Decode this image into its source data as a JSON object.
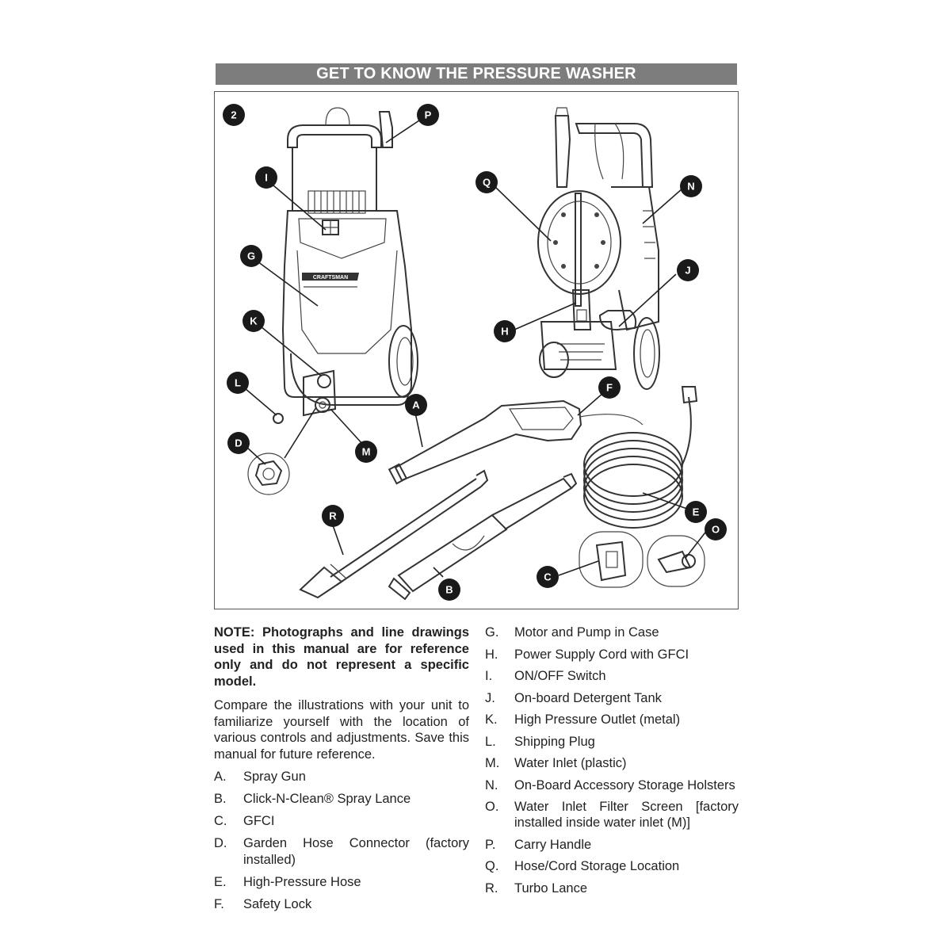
{
  "header": {
    "title": "GET TO KNOW THE PRESSURE WASHER"
  },
  "figure": {
    "number": "2",
    "brand_text": "CRAFTSMAN",
    "callouts": [
      "P",
      "I",
      "G",
      "K",
      "L",
      "D",
      "M",
      "A",
      "R",
      "B",
      "Q",
      "N",
      "J",
      "H",
      "F",
      "E",
      "O",
      "C"
    ]
  },
  "note": "NOTE: Photographs and line drawings used in this manual are for reference only and do not represent a specific model.",
  "intro": "Compare the illustrations with your unit to familiarize yourself with the location of various controls and adjustments. Save this manual for future reference.",
  "parts_left": [
    {
      "letter": "A.",
      "name": "Spray Gun"
    },
    {
      "letter": "B.",
      "name": "Click-N-Clean® Spray Lance"
    },
    {
      "letter": "C.",
      "name": "GFCI"
    },
    {
      "letter": "D.",
      "name": "Garden Hose Connector (factory installed)"
    },
    {
      "letter": "E.",
      "name": "High-Pressure Hose"
    },
    {
      "letter": "F.",
      "name": "Safety Lock"
    }
  ],
  "parts_right": [
    {
      "letter": "G.",
      "name": "Motor and Pump in Case"
    },
    {
      "letter": "H.",
      "name": "Power Supply Cord with GFCI"
    },
    {
      "letter": "I.",
      "name": "ON/OFF Switch"
    },
    {
      "letter": "J.",
      "name": "On-board Detergent Tank"
    },
    {
      "letter": "K.",
      "name": "High Pressure Outlet (metal)"
    },
    {
      "letter": "L.",
      "name": "Shipping Plug"
    },
    {
      "letter": "M.",
      "name": "Water Inlet (plastic)"
    },
    {
      "letter": "N.",
      "name": "On-Board Accessory Storage Holsters"
    },
    {
      "letter": "O.",
      "name": "Water Inlet Filter Screen [factory installed inside water inlet (M)]"
    },
    {
      "letter": "P.",
      "name": "Carry Handle"
    },
    {
      "letter": "Q.",
      "name": "Hose/Cord Storage Location"
    },
    {
      "letter": "R.",
      "name": "Turbo Lance"
    }
  ]
}
